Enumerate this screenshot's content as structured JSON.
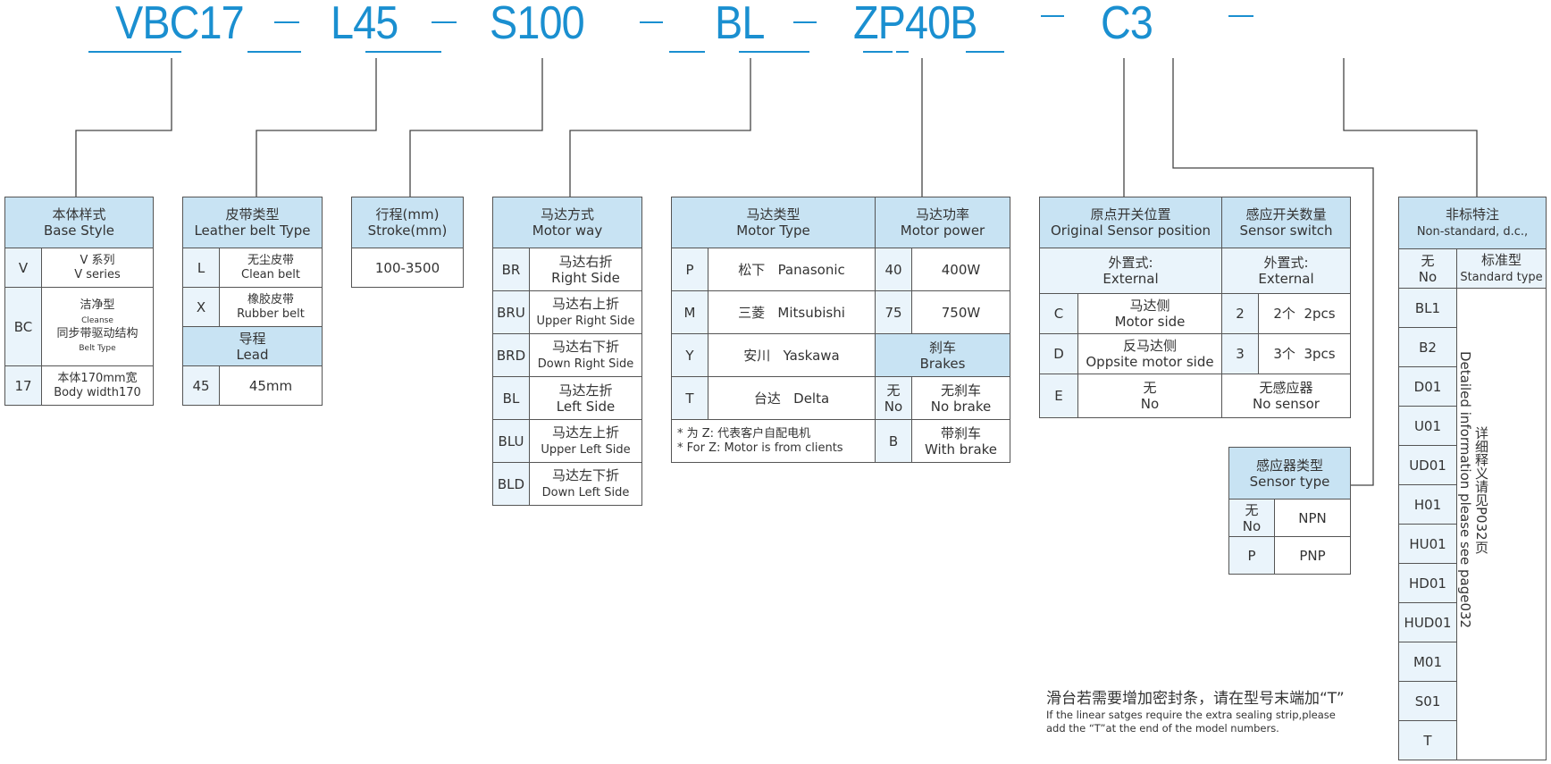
{
  "model": {
    "segments": [
      "VBC17",
      "L45",
      "S100",
      "BL",
      "ZP40B",
      "C3"
    ],
    "separator": "—"
  },
  "colors": {
    "accent": "#1a8fd0",
    "header_bg": "#c8e3f3",
    "code_bg": "#eaf4fb",
    "border": "#555555"
  },
  "base_style": {
    "title_zh": "本体样式",
    "title_en": "Base Style",
    "rows": [
      {
        "code": "V",
        "zh": "V 系列",
        "en": "V series"
      },
      {
        "code": "BC",
        "zh": "洁净型",
        "en": "Cleanse",
        "zh2": "同步带驱动结构",
        "en2": "Belt Type"
      },
      {
        "code": "17",
        "zh": "本体170mm宽",
        "en": "Body width170"
      }
    ]
  },
  "belt_type": {
    "title_zh": "皮带类型",
    "title_en": "Leather belt Type",
    "rows": [
      {
        "code": "L",
        "zh": "无尘皮带",
        "en": "Clean belt"
      },
      {
        "code": "X",
        "zh": "橡胶皮带",
        "en": "Rubber belt"
      }
    ],
    "lead": {
      "title_zh": "导程",
      "title_en": "Lead",
      "code": "45",
      "value": "45mm"
    }
  },
  "stroke": {
    "title_zh": "行程(mm)",
    "title_en": "Stroke(mm)",
    "value": "100-3500"
  },
  "motor_way": {
    "title_zh": "马达方式",
    "title_en": "Motor way",
    "rows": [
      {
        "code": "BR",
        "zh": "马达右折",
        "en": "Right Side"
      },
      {
        "code": "BRU",
        "zh": "马达右上折",
        "en": "Upper Right Side"
      },
      {
        "code": "BRD",
        "zh": "马达右下折",
        "en": "Down Right Side"
      },
      {
        "code": "BL",
        "zh": "马达左折",
        "en": "Left Side"
      },
      {
        "code": "BLU",
        "zh": "马达左上折",
        "en": "Upper Left Side"
      },
      {
        "code": "BLD",
        "zh": "马达左下折",
        "en": "Down Left Side"
      }
    ]
  },
  "motor_type": {
    "title_zh": "马达类型",
    "title_en": "Motor Type",
    "rows": [
      {
        "code": "P",
        "zh": "松下",
        "en": "Panasonic"
      },
      {
        "code": "M",
        "zh": "三菱",
        "en": "Mitsubishi"
      },
      {
        "code": "Y",
        "zh": "安川",
        "en": "Yaskawa"
      },
      {
        "code": "T",
        "zh": "台达",
        "en": "Delta"
      }
    ],
    "note_zh": "* 为 Z: 代表客户自配电机",
    "note_en": "* For Z: Motor is from clients"
  },
  "motor_power": {
    "title_zh": "马达功率",
    "title_en": "Motor power",
    "rows": [
      {
        "code": "40",
        "value": "400W"
      },
      {
        "code": "75",
        "value": "750W"
      }
    ],
    "brakes": {
      "title_zh": "刹车",
      "title_en": "Brakes",
      "rows": [
        {
          "code_zh": "无",
          "code_en": "No",
          "zh": "无刹车",
          "en": "No brake"
        },
        {
          "code": "B",
          "zh": "带刹车",
          "en": "With brake"
        }
      ]
    }
  },
  "origin_sensor": {
    "title_zh": "原点开关位置",
    "title_en": "Original Sensor position",
    "sub_zh": "外置式:",
    "sub_en": "External",
    "rows": [
      {
        "code": "C",
        "zh": "马达侧",
        "en": "Motor side"
      },
      {
        "code": "D",
        "zh": "反马达侧",
        "en": "Oppsite motor side"
      },
      {
        "code": "E",
        "zh": "无",
        "en": "No"
      }
    ]
  },
  "sensor_switch": {
    "title_zh": "感应开关数量",
    "title_en": "Sensor switch",
    "sub_zh": "外置式:",
    "sub_en": "External",
    "rows": [
      {
        "code": "2",
        "zh": "2个",
        "en": "2pcs"
      },
      {
        "code": "3",
        "zh": "3个",
        "en": "3pcs"
      }
    ],
    "none_zh": "无感应器",
    "none_en": "No sensor"
  },
  "sensor_type": {
    "title_zh": "感应器类型",
    "title_en": "Sensor type",
    "rows": [
      {
        "code_zh": "无",
        "code_en": "No",
        "value": "NPN"
      },
      {
        "code": "P",
        "value": "PNP"
      }
    ]
  },
  "non_standard": {
    "title_zh": "非标特注",
    "title_en": "Non-standard, d.c.,",
    "no_zh": "无",
    "no_en": "No",
    "std_zh": "标准型",
    "std_en": "Standard type",
    "codes": [
      "BL1",
      "B2",
      "D01",
      "U01",
      "UD01",
      "H01",
      "HU01",
      "HD01",
      "HUD01",
      "M01",
      "S01",
      "T"
    ],
    "detail_zh": "详细释义请见P032页",
    "detail_en": "Detailed information please see page032"
  },
  "sealing_note": {
    "zh": "滑台若需要增加密封条，请在型号末端加“T”",
    "en1": "If the linear satges require the extra sealing strip,please",
    "en2": "add the “T”at the end of the model numbers."
  }
}
